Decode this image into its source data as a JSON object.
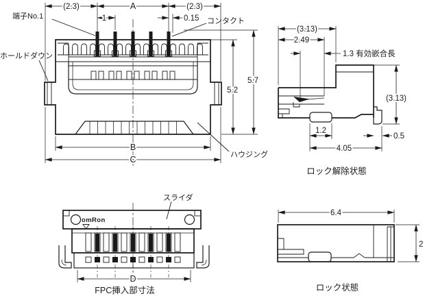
{
  "front_view": {
    "labels": {
      "terminal_no1": "端子No.1",
      "contact": "コンタクト",
      "hold_down": "ホールドダウン",
      "housing": "ハウジング"
    },
    "dims": {
      "left_margin": "(2.3)",
      "pin_span": "A",
      "right_margin": "(2.3)",
      "pitch": "1",
      "contact_offset": "0.15",
      "height_housing": "5.2",
      "height_overall": "5.7",
      "width_body": "B",
      "width_overall": "C"
    }
  },
  "side_view_unlocked": {
    "dims": {
      "depth_overall": "(3.13)",
      "depth_body": "2.49",
      "mating_length": "1.3 有効嵌合長",
      "height_overall": "(3.13)",
      "foot_width": "1.2",
      "base_length": "4.05",
      "lock_width": "0.5"
    },
    "caption": "ロック解除状態"
  },
  "bottom_view": {
    "labels": {
      "slider": "スライダ",
      "brand_logo": "omRon"
    },
    "dims": {
      "insert_width": "D"
    },
    "caption": "FPC挿入部寸法"
  },
  "side_view_locked": {
    "dims": {
      "width_overall": "6.4",
      "height_seated": "2"
    },
    "caption": "ロック状態"
  }
}
